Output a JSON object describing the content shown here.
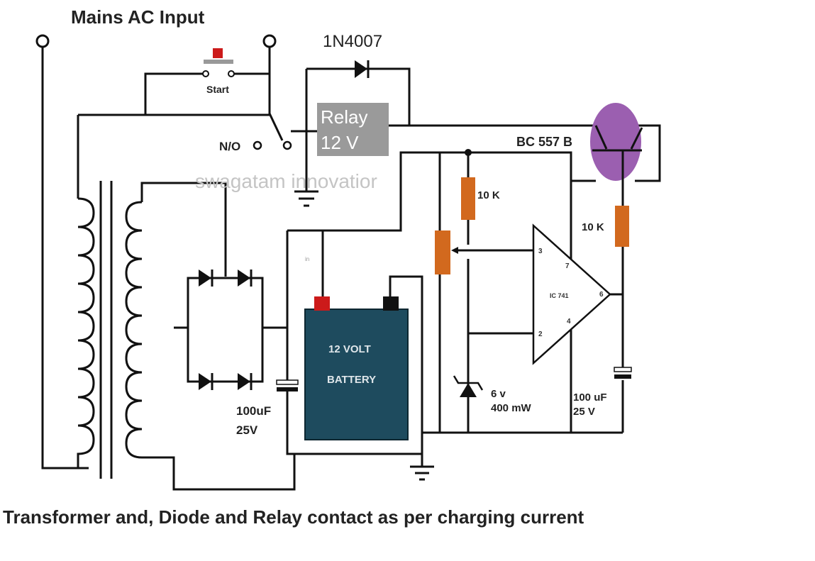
{
  "title": "Mains AC Input",
  "caption": "Transformer and, Diode and Relay contact as per charging current",
  "watermark": "swagatam innovatior",
  "components": {
    "start_switch": "Start",
    "relay_contact": "N/O",
    "diode": "1N4007",
    "relay": {
      "line1": "Relay",
      "line2": "12 V"
    },
    "transistor": "BC 557 B",
    "resistor_1": "10 K",
    "resistor_2": "10 K",
    "opamp": "IC 741",
    "opamp_pins": {
      "p3": "3",
      "p2": "2",
      "p7": "7",
      "p4": "4",
      "p6": "6"
    },
    "zener": {
      "line1": "6 v",
      "line2": "400 mW"
    },
    "cap_out": {
      "line1": "100 uF",
      "line2": "25 V"
    },
    "cap_filter": {
      "line1": "100uF",
      "line2": "25V"
    },
    "battery": {
      "line1": "12 VOLT",
      "line2": "BATTERY"
    },
    "battery_small": "in"
  },
  "colors": {
    "resistor": "#d2691e",
    "transistor": "#9b5fb0",
    "battery": "#1e4b5e",
    "relay": "#9a9a9a",
    "terminal_pos": "#cc1a1a"
  }
}
